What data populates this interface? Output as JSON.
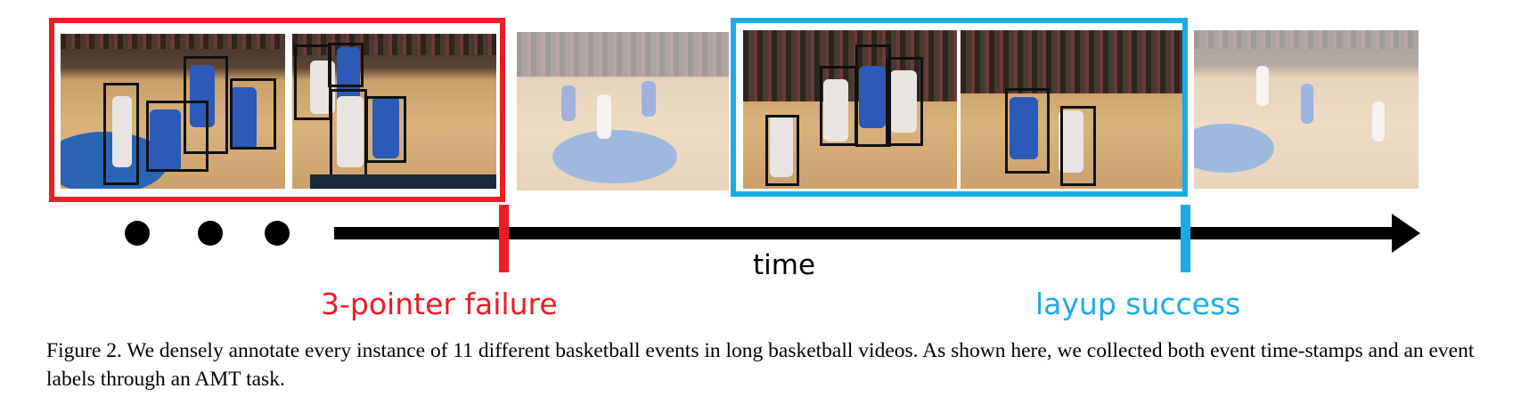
{
  "labels": {
    "time": "time",
    "failure": "3-pointer failure",
    "success": "layup success"
  },
  "caption": "Figure 2. We densely annotate every instance of 11 different basketball events in long basketball videos. As shown here, we collected both event time-stamps and an event labels through an AMT task.",
  "colors": {
    "failure": "#ee1c25",
    "success": "#1aace6",
    "arrow": "#000000",
    "box": "#111111"
  },
  "frames": [
    {
      "name": "frame-1",
      "highlight": "failure",
      "faded": false
    },
    {
      "name": "frame-2",
      "highlight": "failure",
      "faded": false
    },
    {
      "name": "frame-3",
      "highlight": "none",
      "faded": true
    },
    {
      "name": "frame-4",
      "highlight": "success",
      "faded": false
    },
    {
      "name": "frame-5",
      "highlight": "success",
      "faded": false
    },
    {
      "name": "frame-6",
      "highlight": "none",
      "faded": true
    }
  ]
}
